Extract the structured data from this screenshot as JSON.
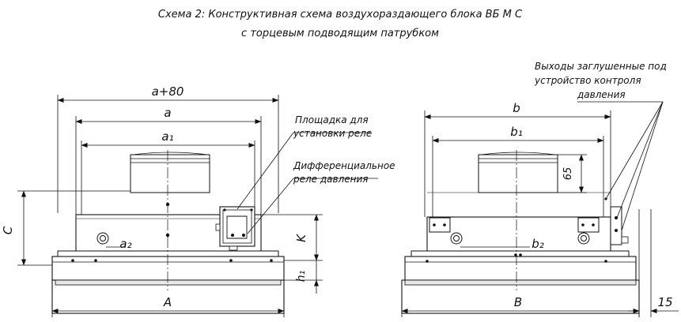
{
  "title": {
    "line1": "Схема 2:  Конструктивная схема воздухораздающего блока ВБ М С",
    "line2": "с торцевым подводящим патрубком"
  },
  "front_view": {
    "dim_a80": "a+80",
    "dim_a": "a",
    "dim_a1": "a₁",
    "dim_a2": "a₂",
    "dim_C": "C",
    "dim_K": "K",
    "dim_h1": "h₁",
    "dim_A": "A",
    "callout_platform_line1": "Площадка для",
    "callout_platform_line2": "установки реле",
    "callout_relay_line1": "Дифференциальное",
    "callout_relay_line2": "реле давления"
  },
  "side_view": {
    "dim_b": "b",
    "dim_b1": "b₁",
    "dim_b2": "b₂",
    "dim_65": "65",
    "dim_B": "B",
    "dim_15": "15",
    "callout_outputs_line1": "Выходы заглушенные под",
    "callout_outputs_line2": "устройство контроля",
    "callout_outputs_line3": "давления"
  }
}
